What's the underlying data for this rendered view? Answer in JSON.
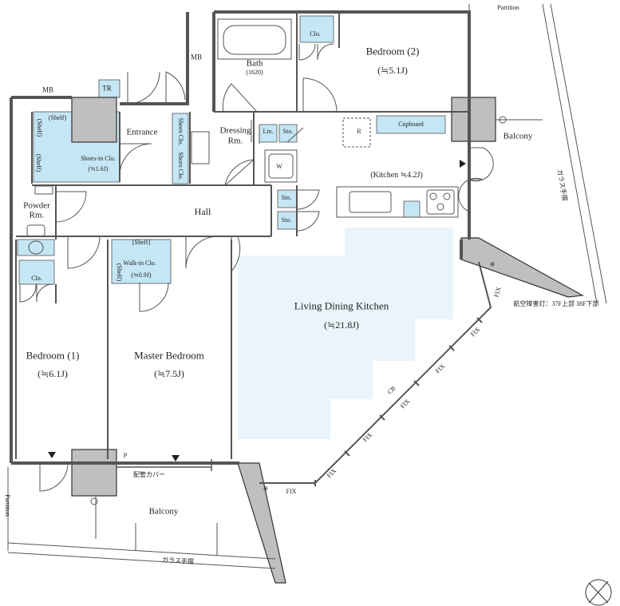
{
  "rooms": {
    "bedroom2": "Bedroom (2)",
    "bedroom2_area": "(≒5.1J)",
    "bath": "Bath",
    "bath_size": "(1620)",
    "mb": "MB",
    "tr": "TR",
    "entrance": "Entrance",
    "shoes_in_clo": "Shoes-in Clo.",
    "shoes_in_clo_area": "(≒1.6J)",
    "shelf": "(Shelf)",
    "shoes_clo": "Shoes Clo.",
    "dressing_rm": "Dressing",
    "dressing_rm2": "Rm.",
    "lin": "Lin.",
    "sto": "Sto.",
    "w": "W",
    "r": "R",
    "cupboard": "Cupboard",
    "kitchen": "(Kitchen ≒4.2J)",
    "balcony": "Balcony",
    "hall": "Hall",
    "powder_rm": "Powder",
    "powder_rm2": "Rm.",
    "clo": "Clo.",
    "shelf_bracket": "[Shelf]",
    "walk_in_clo": "Walk-in Clo.",
    "walk_in_clo_area": "(≒0.9J)",
    "p": "P",
    "ldk": "Living Dining Kitchen",
    "ldk_area": "(≒21.8J)",
    "bedroom1": "Bedroom (1)",
    "bedroom1_area": "(≒6.1J)",
    "master_bedroom": "Master Bedroom",
    "master_bedroom_area": "(≒7.5J)"
  },
  "notes": {
    "partition": "Partition",
    "glass_railing": "ガラス手摺",
    "aviation_light": "航空障害灯：37F上部 38F下部",
    "pipe_cover": "配管カバー",
    "fix": "FIX",
    "cb": "CB",
    "asterisk": "※"
  },
  "colors": {
    "wall": "#666666",
    "storage_fill": "#c5e6f4",
    "ldk_fill": "#e9f5fb",
    "column_fill": "#bfbfbf",
    "line": "#333333"
  }
}
